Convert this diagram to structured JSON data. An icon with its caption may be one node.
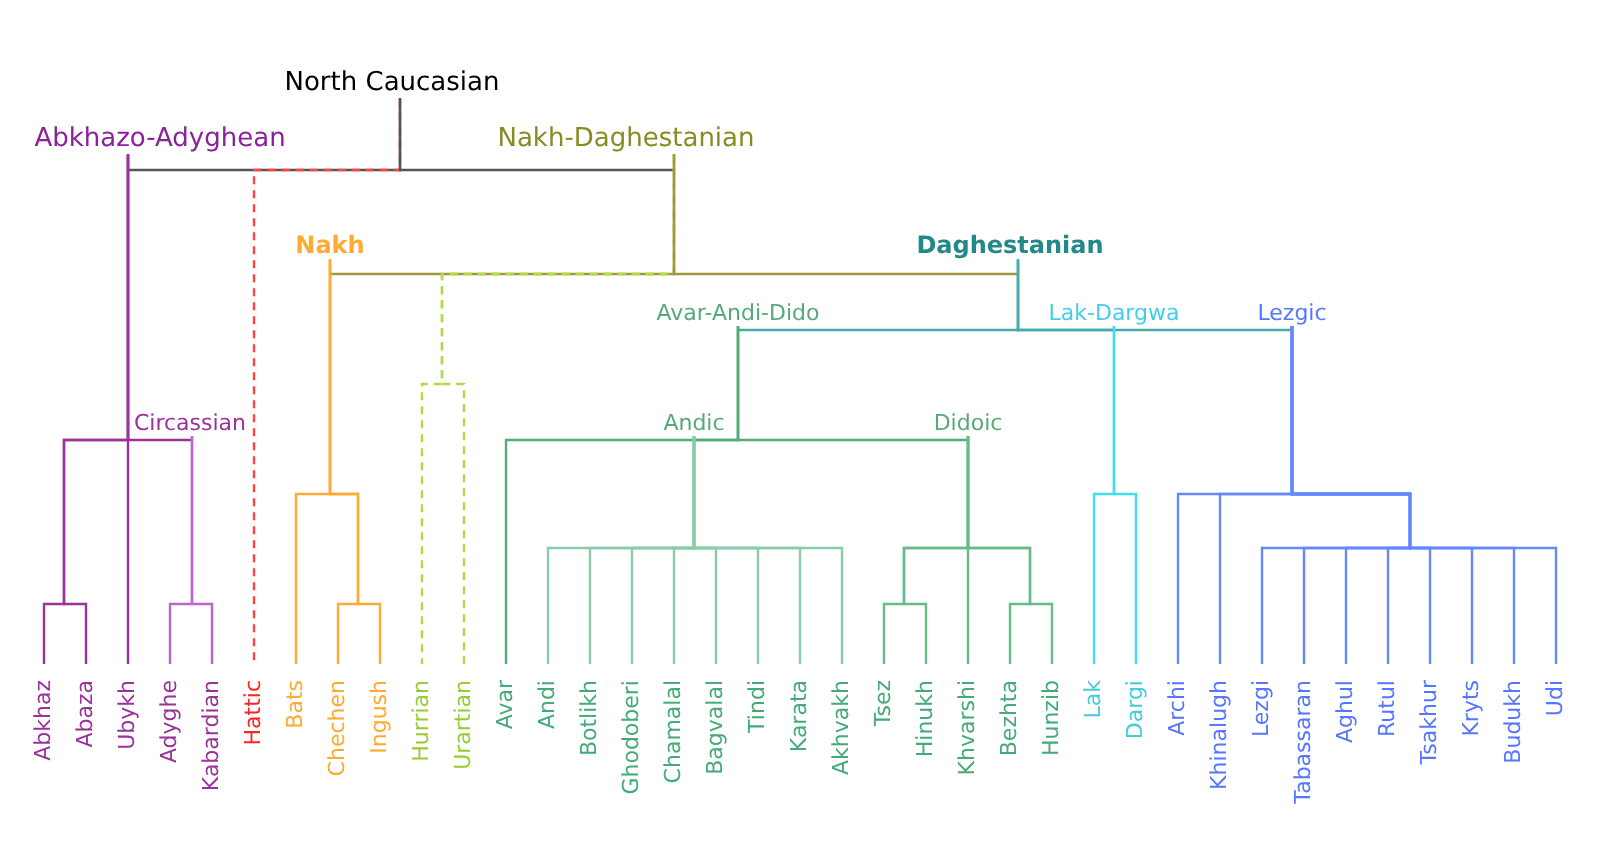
{
  "diagram": {
    "nodes": [
      {
        "text": [
          "North Caucasian"
        ]
      },
      {
        "text": [
          "Abkhazo-Adyghean"
        ]
      },
      {
        "text": [
          "Nakh-Daghestanian"
        ]
      },
      {
        "text": [
          "Nakh"
        ]
      },
      {
        "text": [
          "Daghestanian"
        ]
      },
      {
        "text": [
          "Avar-Andi-Dido"
        ]
      },
      {
        "text": [
          "Lak-Dargwa"
        ]
      },
      {
        "text": [
          "Lezgic"
        ]
      },
      {
        "text": [
          "Circassian"
        ]
      },
      {
        "text": [
          "Andic"
        ]
      },
      {
        "text": [
          "Didoic"
        ]
      },
      {
        "text": [
          "Abkhaz"
        ]
      },
      {
        "text": [
          "Abaza"
        ]
      },
      {
        "text": [
          "Ubykh"
        ]
      },
      {
        "text": [
          "Adyghe"
        ]
      },
      {
        "text": [
          "Kabardian"
        ]
      },
      {
        "text": [
          "Hattic"
        ]
      },
      {
        "text": [
          "Bats"
        ]
      },
      {
        "text": [
          "Chechen"
        ]
      },
      {
        "text": [
          "Ingush"
        ]
      },
      {
        "text": [
          "Hurrian"
        ]
      },
      {
        "text": [
          "Urartian"
        ]
      },
      {
        "text": [
          "Avar"
        ]
      },
      {
        "text": [
          "Andi"
        ]
      },
      {
        "text": [
          "Botlikh"
        ]
      },
      {
        "text": [
          "Ghodoberi"
        ]
      },
      {
        "text": [
          "Chamalal"
        ]
      },
      {
        "text": [
          "Bagvalal"
        ]
      },
      {
        "text": [
          "Tindi"
        ]
      },
      {
        "text": [
          "Karata"
        ]
      },
      {
        "text": [
          "Akhvakh"
        ]
      },
      {
        "text": [
          "Tsez"
        ]
      },
      {
        "text": [
          "Hinukh"
        ]
      },
      {
        "text": [
          "Khvarshi"
        ]
      },
      {
        "text": [
          "Bezhta"
        ]
      },
      {
        "text": [
          "Hunzib"
        ]
      },
      {
        "text": [
          "Lak"
        ]
      },
      {
        "text": [
          "Dargi"
        ]
      },
      {
        "text": [
          "Archi"
        ]
      },
      {
        "text": [
          "Khinalugh"
        ]
      },
      {
        "text": [
          "Lezgi"
        ]
      },
      {
        "text": [
          "Tabassaran"
        ]
      },
      {
        "text": [
          "Aghul"
        ]
      },
      {
        "text": [
          "Rutul"
        ]
      },
      {
        "text": [
          "Tsakhur"
        ]
      },
      {
        "text": [
          "Kryts"
        ]
      },
      {
        "text": [
          "Budukh"
        ]
      },
      {
        "text": [
          "Udi"
        ]
      }
    ],
    "edges": [
      {
        "from": 0,
        "to": 1,
        "arrow": "none",
        "color": "#555555"
      },
      {
        "from": 0,
        "to": 16,
        "arrow": "none",
        "style": "dashed",
        "color": "#ff4444"
      },
      {
        "from": 0,
        "to": 2,
        "arrow": "none",
        "color": "#555555"
      },
      {
        "from": 1,
        "to": 11,
        "arrow": "none",
        "color": "#993399"
      },
      {
        "from": 1,
        "to": 12,
        "arrow": "none",
        "color": "#993399"
      },
      {
        "from": 1,
        "to": 13,
        "arrow": "none",
        "color": "#993399"
      },
      {
        "from": 1,
        "to": 8,
        "arrow": "none",
        "color": "#993399"
      },
      {
        "from": 8,
        "to": 14,
        "arrow": "none",
        "color": "#bb66cc"
      },
      {
        "from": 8,
        "to": 15,
        "arrow": "none",
        "color": "#bb66cc"
      },
      {
        "from": 2,
        "to": 3,
        "arrow": "none",
        "color": "#a09a3c"
      },
      {
        "from": 2,
        "to": 20,
        "arrow": "none",
        "style": "dashed",
        "color": "#aadd44"
      },
      {
        "from": 2,
        "to": 21,
        "arrow": "none",
        "style": "dashed",
        "color": "#aadd44"
      },
      {
        "from": 2,
        "to": 4,
        "arrow": "none",
        "color": "#a09a3c"
      },
      {
        "from": 3,
        "to": 17,
        "arrow": "none",
        "color": "#ffaa33"
      },
      {
        "from": 3,
        "to": 18,
        "arrow": "none",
        "color": "#ffaa33"
      },
      {
        "from": 3,
        "to": 19,
        "arrow": "none",
        "color": "#ffaa33"
      },
      {
        "from": 4,
        "to": 5,
        "arrow": "none",
        "color": "#44aaaa"
      },
      {
        "from": 4,
        "to": 6,
        "arrow": "none",
        "color": "#44aaaa"
      },
      {
        "from": 4,
        "to": 7,
        "arrow": "none",
        "color": "#44aaaa"
      },
      {
        "from": 5,
        "to": 22,
        "arrow": "none",
        "color": "#55aa77"
      },
      {
        "from": 5,
        "to": 9,
        "arrow": "none",
        "color": "#55aa77"
      },
      {
        "from": 5,
        "to": 10,
        "arrow": "none",
        "color": "#55aa77"
      },
      {
        "from": 9,
        "to": 23,
        "arrow": "none",
        "color": "#88ccaa"
      },
      {
        "from": 9,
        "to": 24,
        "arrow": "none",
        "color": "#88ccaa"
      },
      {
        "from": 9,
        "to": 25,
        "arrow": "none",
        "color": "#88ccaa"
      },
      {
        "from": 9,
        "to": 26,
        "arrow": "none",
        "color": "#88ccaa"
      },
      {
        "from": 9,
        "to": 27,
        "arrow": "none",
        "color": "#88ccaa"
      },
      {
        "from": 9,
        "to": 28,
        "arrow": "none",
        "color": "#88ccaa"
      },
      {
        "from": 9,
        "to": 29,
        "arrow": "none",
        "color": "#88ccaa"
      },
      {
        "from": 9,
        "to": 30,
        "arrow": "none",
        "color": "#88ccaa"
      },
      {
        "from": 10,
        "to": 31,
        "arrow": "none",
        "color": "#66bb88"
      },
      {
        "from": 10,
        "to": 32,
        "arrow": "none",
        "color": "#66bb88"
      },
      {
        "from": 10,
        "to": 33,
        "arrow": "none",
        "color": "#66bb88"
      },
      {
        "from": 10,
        "to": 34,
        "arrow": "none",
        "color": "#66bb88"
      },
      {
        "from": 10,
        "to": 35,
        "arrow": "none",
        "color": "#66bb88"
      },
      {
        "from": 6,
        "to": 36,
        "arrow": "none",
        "color": "#44ddee"
      },
      {
        "from": 6,
        "to": 37,
        "arrow": "none",
        "color": "#44ddee"
      },
      {
        "from": 7,
        "to": 38,
        "arrow": "none",
        "color": "#6688ff"
      },
      {
        "from": 7,
        "to": 39,
        "arrow": "none",
        "color": "#6688ff"
      },
      {
        "from": 7,
        "to": 40,
        "arrow": "none",
        "color": "#6688ff"
      },
      {
        "from": 7,
        "to": 41,
        "arrow": "none",
        "color": "#6688ff"
      },
      {
        "from": 7,
        "to": 42,
        "arrow": "none",
        "color": "#6688ff"
      },
      {
        "from": 7,
        "to": 43,
        "arrow": "none",
        "color": "#6688ff"
      },
      {
        "from": 7,
        "to": 44,
        "arrow": "none",
        "color": "#6688ff"
      },
      {
        "from": 7,
        "to": 45,
        "arrow": "none",
        "color": "#6688ff"
      },
      {
        "from": 7,
        "to": 46,
        "arrow": "none",
        "color": "#6688ff"
      },
      {
        "from": 7,
        "to": 47,
        "arrow": "none",
        "color": "#6688ff"
      }
    ]
  }
}
